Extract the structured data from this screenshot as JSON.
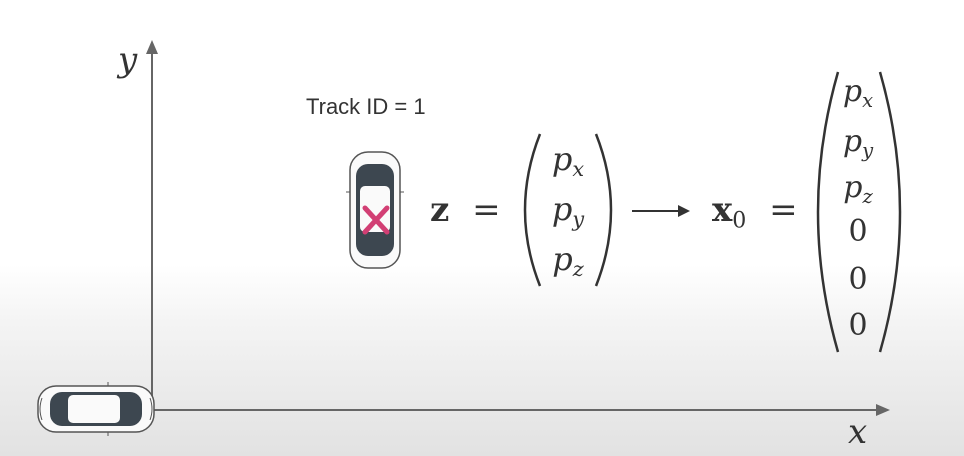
{
  "axes": {
    "x_label": "x",
    "y_label": "y"
  },
  "track": {
    "label": "Track ID = 1"
  },
  "measurement": {
    "lhs": "z",
    "equals": "=",
    "components": [
      {
        "sym": "p",
        "sub": "x"
      },
      {
        "sym": "p",
        "sub": "y"
      },
      {
        "sym": "p",
        "sub": "z"
      }
    ]
  },
  "state": {
    "lhs": "x",
    "lhs_sub": "0",
    "equals": "=",
    "components": [
      {
        "sym": "p",
        "sub": "x"
      },
      {
        "sym": "p",
        "sub": "y"
      },
      {
        "sym": "p",
        "sub": "z"
      },
      {
        "sym": "0",
        "sub": ""
      },
      {
        "sym": "0",
        "sub": ""
      },
      {
        "sym": "0",
        "sub": ""
      }
    ]
  },
  "colors": {
    "cross": "#d23f74",
    "axis": "#666666",
    "text": "#333333",
    "car_dark": "#3d4750"
  },
  "icons": {
    "ego_vehicle": "car-top-view-icon",
    "tracked_vehicle": "car-top-view-icon",
    "detection_marker": "x-mark-icon"
  }
}
